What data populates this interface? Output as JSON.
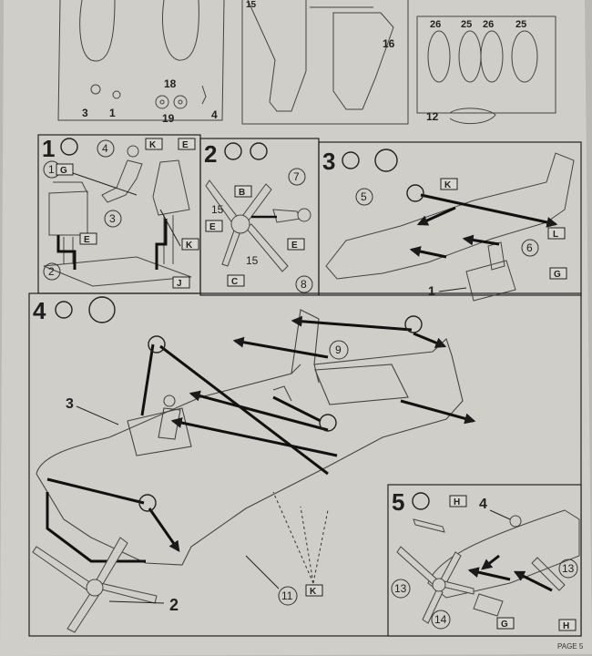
{
  "sprue": {
    "parts": [
      "15",
      "16",
      "18",
      "3",
      "1",
      "19",
      "4",
      "26",
      "25",
      "26",
      "25",
      "12"
    ]
  },
  "steps": [
    {
      "number": "1",
      "parts": [
        "1",
        "4",
        "3",
        "2"
      ],
      "tags": [
        "G",
        "K",
        "E",
        "E",
        "K",
        "J"
      ]
    },
    {
      "number": "2",
      "parts": [
        "7",
        "15",
        "15",
        "8"
      ],
      "tags": [
        "B",
        "E",
        "E",
        "C"
      ]
    },
    {
      "number": "3",
      "parts": [
        "5",
        "6",
        "1"
      ],
      "tags": [
        "K",
        "L",
        "G"
      ]
    },
    {
      "number": "4",
      "parts": [
        "9",
        "3",
        "11",
        "2"
      ],
      "tags": [
        "K"
      ]
    },
    {
      "number": "5",
      "parts": [
        "4",
        "13",
        "13",
        "14"
      ],
      "tags": [
        "H",
        "G",
        "H"
      ]
    }
  ],
  "footer": {
    "page": "PAGE 5"
  },
  "colors": {
    "paper": "#cfcec9",
    "ink": "#2a2a2a",
    "background": "#b9b8b3"
  }
}
